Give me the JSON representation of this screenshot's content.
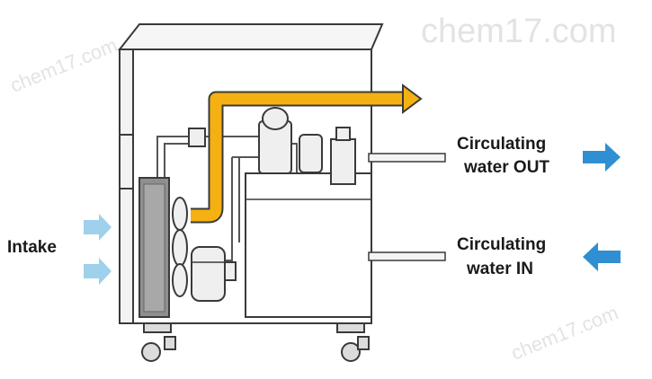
{
  "labels": {
    "intake": "Intake",
    "out_line1": "Circulating",
    "out_line2": "water OUT",
    "in_line1": "Circulating",
    "in_line2": "water IN"
  },
  "watermarks": [
    "chem17.com",
    "chem17.com",
    "chem17.com"
  ],
  "colors": {
    "outline": "#3a3a3a",
    "cabinet_fill": "#ffffff",
    "panel_fill": "#f2f2f2",
    "component_fill": "#efefef",
    "exhaust_arrow": "#f5b111",
    "intake_arrow": "#9fd0ec",
    "flow_arrow": "#2f8fd2",
    "watermark": "#e3e3e3"
  },
  "icons": {
    "exhaust": "hot-air-exhaust-arrow",
    "intake": "air-intake-arrow",
    "water_out": "water-out-arrow",
    "water_in": "water-in-arrow"
  }
}
